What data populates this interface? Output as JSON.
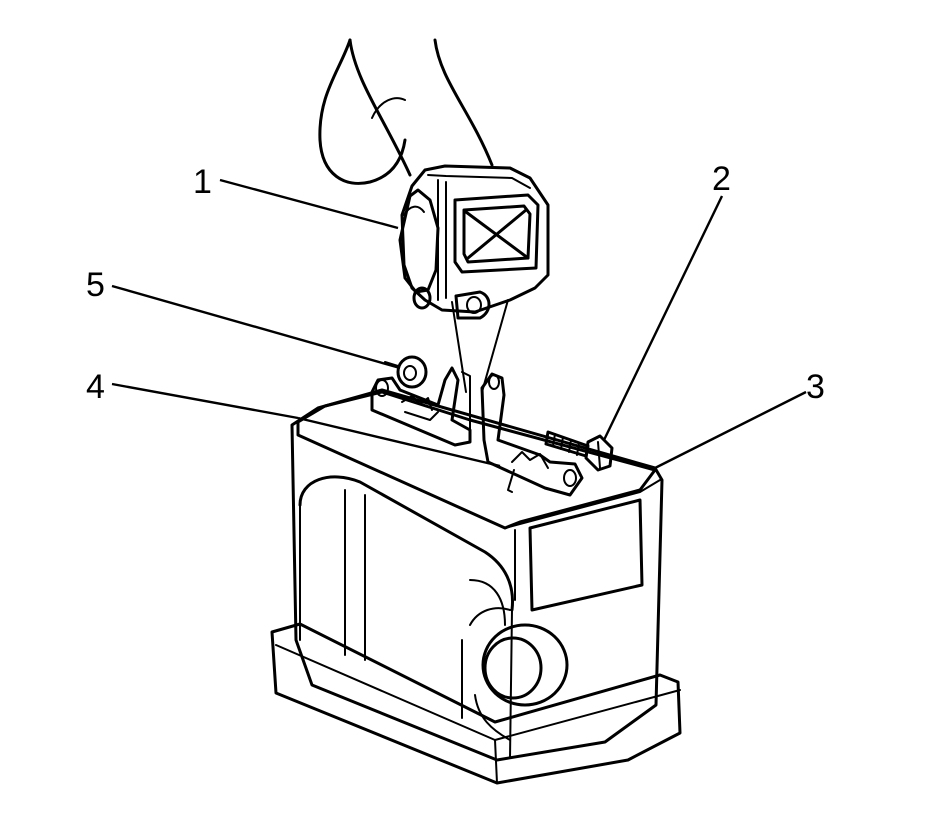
{
  "callouts": [
    {
      "id": "1",
      "label": "1"
    },
    {
      "id": "2",
      "label": "2"
    },
    {
      "id": "3",
      "label": "3"
    },
    {
      "id": "4",
      "label": "4"
    },
    {
      "id": "5",
      "label": "5"
    }
  ],
  "colors": {
    "line": "#000000",
    "stipple": "#8c8c8c",
    "background": "#ffffff"
  }
}
